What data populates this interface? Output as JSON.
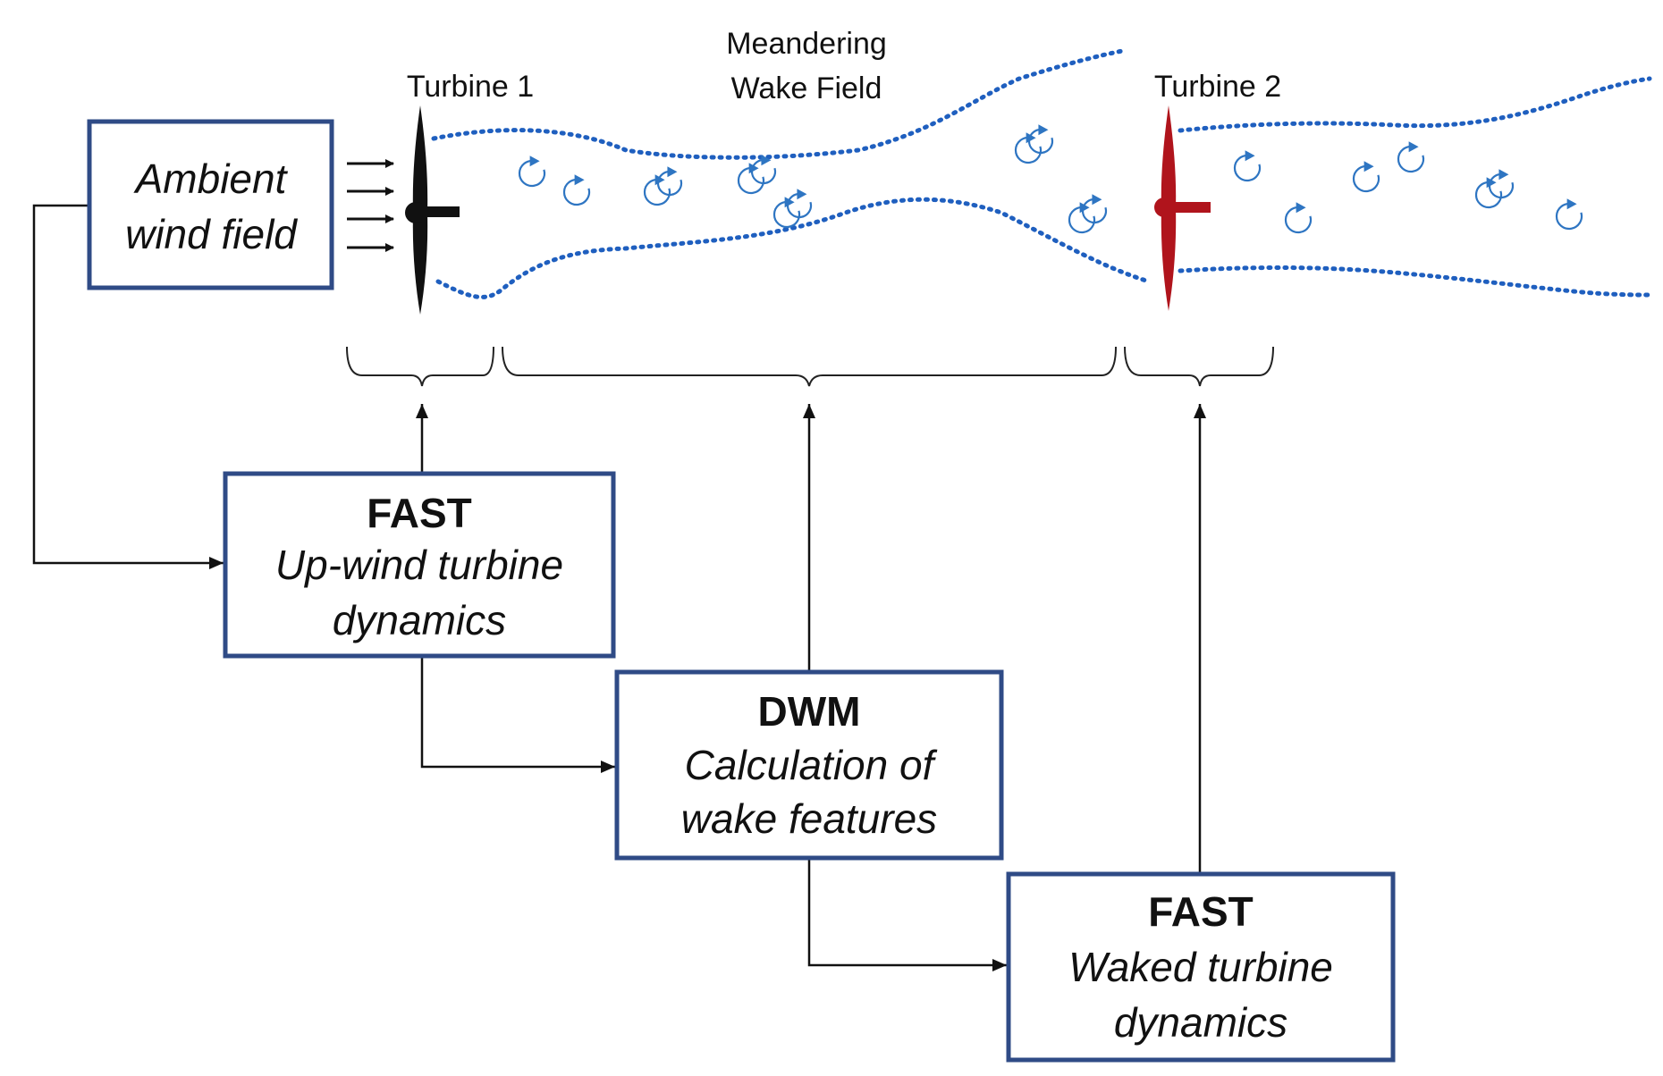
{
  "colors": {
    "box_border": "#2f4b86",
    "wake_line": "#1f5fbf",
    "eddy": "#2e75c2",
    "turbine1": "#111111",
    "turbine2": "#b0141c",
    "connector": "#111111"
  },
  "labels": {
    "wake_line1": "Meandering",
    "wake_line2": "Wake Field",
    "turbine1": "Turbine 1",
    "turbine2": "Turbine 2"
  },
  "boxes": {
    "ambient": {
      "line1": "Ambient",
      "line2": "wind field"
    },
    "fast_upwind": {
      "title": "FAST",
      "line1": "Up-wind turbine",
      "line2": "dynamics"
    },
    "dwm": {
      "title": "DWM",
      "line1": "Calculation of",
      "line2": "wake features"
    },
    "fast_waked": {
      "title": "FAST",
      "line1": "Waked turbine",
      "line2": "dynamics"
    }
  },
  "icons": {
    "eddy": "circular-arrow-icon",
    "inflow": "arrow-right-icon",
    "turbine": "wind-turbine-icon"
  }
}
